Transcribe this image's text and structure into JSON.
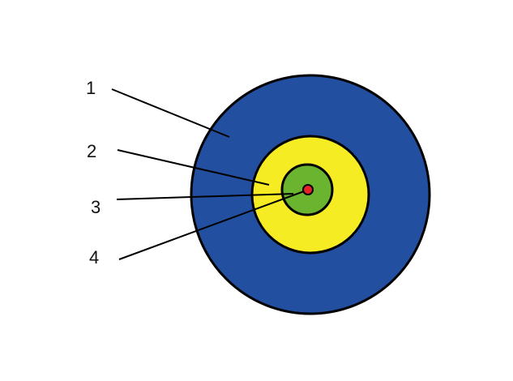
{
  "labels": [
    "1",
    "2",
    "3",
    "4"
  ],
  "colors": {
    "outer": "#224fa0",
    "middle": "#f5ec24",
    "inner": "#6bb42f",
    "core": "#e8222a",
    "outline": "#000000"
  }
}
